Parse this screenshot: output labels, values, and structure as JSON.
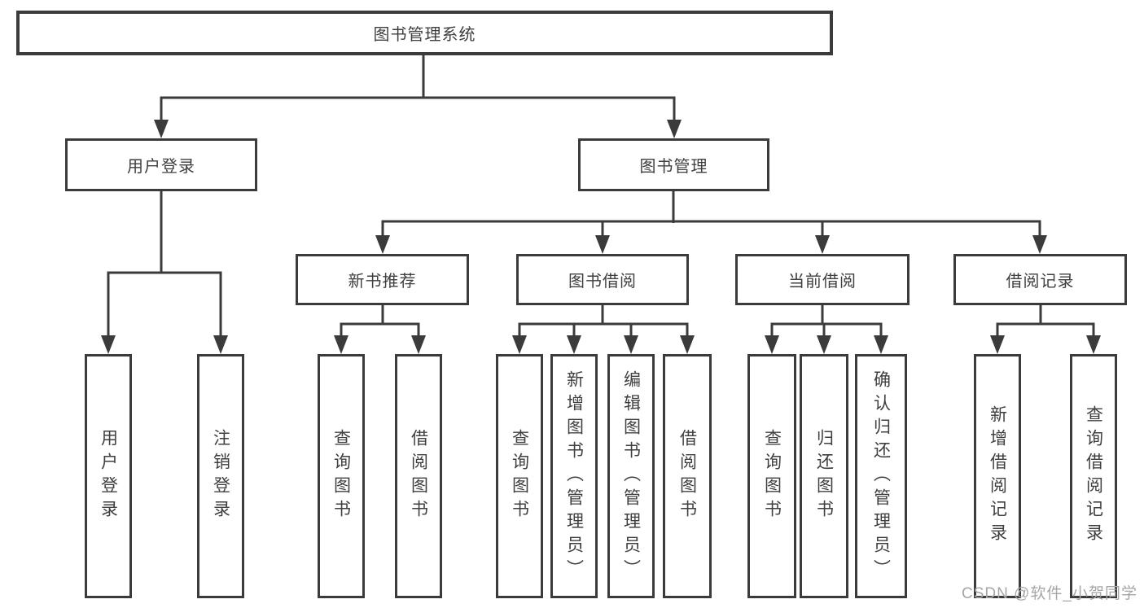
{
  "diagram": {
    "root": {
      "label": "图书管理系统"
    },
    "branches": [
      {
        "label": "用户登录",
        "children": [
          {
            "label": "用户登录"
          },
          {
            "label": "注销登录"
          }
        ]
      },
      {
        "label": "图书管理",
        "children": [
          {
            "label": "新书推荐",
            "children": [
              {
                "label": "查询图书"
              },
              {
                "label": "借阅图书"
              }
            ]
          },
          {
            "label": "图书借阅",
            "children": [
              {
                "label": "查询图书"
              },
              {
                "label": "新增图书（管理员）"
              },
              {
                "label": "编辑图书（管理员）"
              },
              {
                "label": "借阅图书"
              }
            ]
          },
          {
            "label": "当前借阅",
            "children": [
              {
                "label": "查询图书"
              },
              {
                "label": "归还图书"
              },
              {
                "label": "确认归还（管理员）"
              }
            ]
          },
          {
            "label": "借阅记录",
            "children": [
              {
                "label": "新增借阅记录"
              },
              {
                "label": "查询借阅记录"
              }
            ]
          }
        ]
      }
    ]
  },
  "watermark": {
    "text": "CSDN @软件_小贺同学"
  },
  "colors": {
    "line": "#3b3b3b",
    "box_border": "#3b3b3b",
    "text": "#3f3f3f",
    "background": "#ffffff",
    "watermark": "#a6a6a6"
  }
}
